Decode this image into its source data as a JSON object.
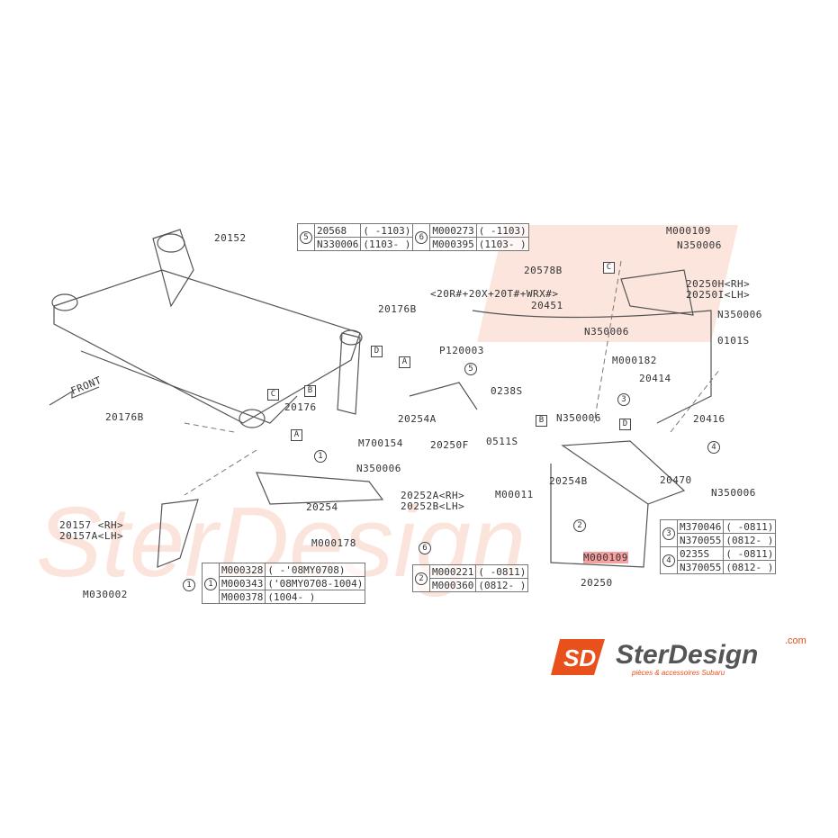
{
  "labels": [
    "20152",
    "20176B",
    "<20R#+20X+20T#+WRX#>",
    "20451",
    "P120003",
    "0238S",
    "20254A",
    "M700154",
    "20250F",
    "0511S",
    "N350006",
    "20176",
    "20176B",
    "FRONT",
    "20252A<RH>",
    "20252B<LH>",
    "20254",
    "M000178",
    "20157 <RH>",
    "20157A<LH>",
    "M030002",
    "M000109",
    "N350006",
    "20578B",
    "20250H<RH>",
    "20250I<LH>",
    "N350006",
    "N350006",
    "M000182",
    "0101S",
    "20414",
    "20416",
    "N350006",
    "20254B",
    "M00011",
    "20470",
    "N350006",
    "M000109",
    "20250"
  ],
  "boxes": [
    "A",
    "A",
    "B",
    "B",
    "C",
    "C",
    "D",
    "D"
  ],
  "circles": [
    "5",
    "1",
    "3",
    "4",
    "2",
    "6",
    "1"
  ],
  "tables": {
    "t5": {
      "num": "5",
      "rows": [
        [
          "20568",
          "( -1103)"
        ],
        [
          "N330006",
          "(1103- )"
        ]
      ]
    },
    "t6": {
      "num": "6",
      "rows": [
        [
          "M000273",
          "( -1103)"
        ],
        [
          "M000395",
          "(1103- )"
        ]
      ]
    },
    "t1": {
      "num": "1",
      "rows": [
        [
          "M000328",
          "( -'08MY0708)"
        ],
        [
          "M000343",
          "('08MY0708-1004)"
        ],
        [
          "M000378",
          "(1004-   )"
        ]
      ]
    },
    "t2": {
      "num": "2",
      "rows": [
        [
          "M000221",
          "( -0811)"
        ],
        [
          "M000360",
          "(0812- )"
        ]
      ]
    },
    "t3": {
      "num": "3",
      "rows": [
        [
          "M370046",
          "( -0811)"
        ],
        [
          "N370055",
          "(0812- )"
        ]
      ]
    },
    "t4": {
      "num": "4",
      "rows": [
        [
          "0235S",
          "( -0811)"
        ],
        [
          "N370055",
          "(0812- )"
        ]
      ]
    }
  },
  "watermark": {
    "brand": "SterDesign",
    "tagline": "pièces & accessoires Subaru"
  },
  "logo": {
    "mark": "SD",
    "name": "SterDesign",
    ".com": ".com",
    "tagline": "pièces & accessoires Subaru"
  },
  "colors": {
    "accent": "#e8501c",
    "highlight": "#f6a0a0"
  }
}
